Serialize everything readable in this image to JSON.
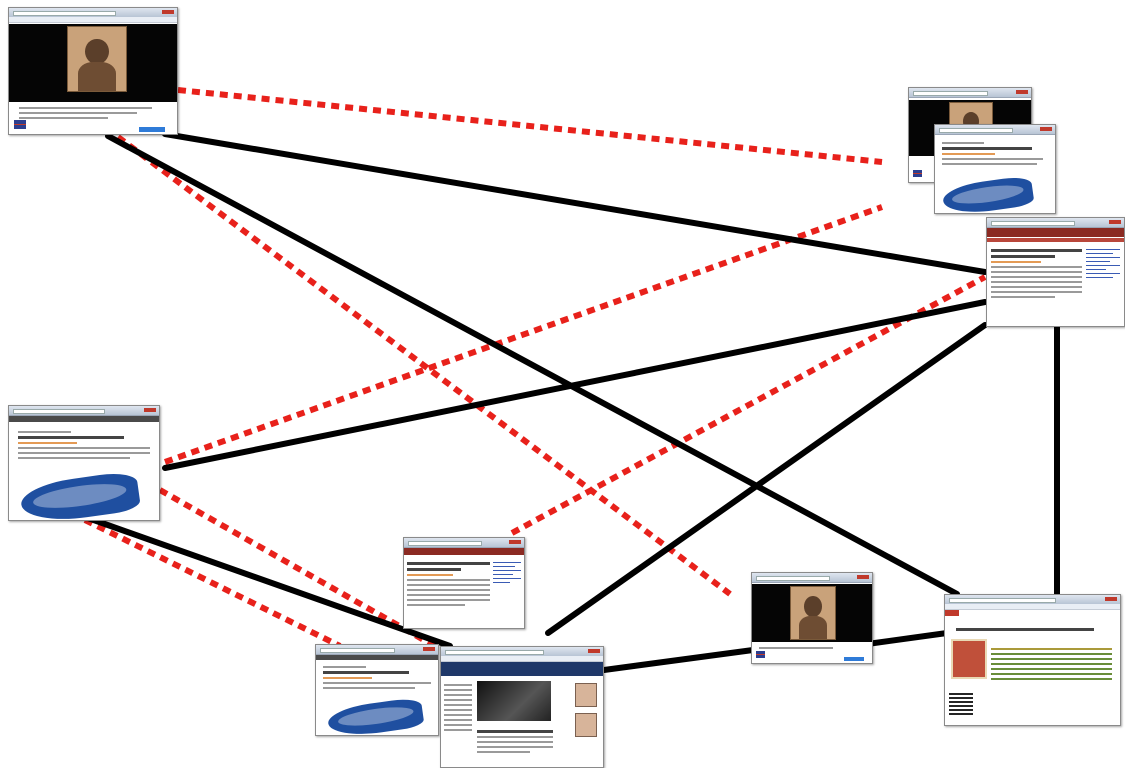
{
  "diagram": {
    "link_types": [
      {
        "style": "solid",
        "color": "#000000"
      },
      {
        "style": "dashed",
        "color": "#e8211b"
      }
    ],
    "nodes": [
      {
        "id": "video-portrait-top-left",
        "kind": "video page"
      },
      {
        "id": "stacked-pages-top-right",
        "kind": "stacked video and article pages"
      },
      {
        "id": "news-article-right",
        "kind": "news article page"
      },
      {
        "id": "map-article-left",
        "kind": "article page with map"
      },
      {
        "id": "news-article-small-center",
        "kind": "news article page"
      },
      {
        "id": "map-article-bottom-left",
        "kind": "article page with map"
      },
      {
        "id": "computer-science-page",
        "kind": "department web page"
      },
      {
        "id": "video-portrait-bottom",
        "kind": "video page"
      },
      {
        "id": "catalog-page-bottom-right",
        "kind": "catalog page with list"
      }
    ]
  }
}
